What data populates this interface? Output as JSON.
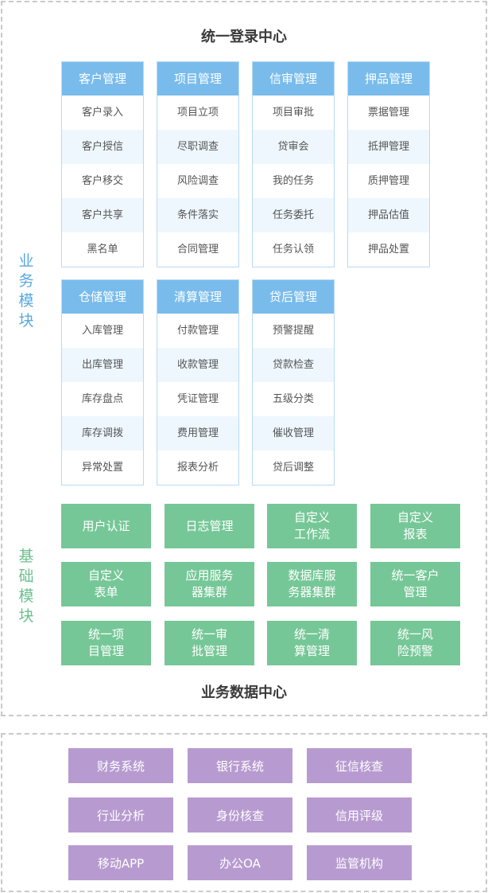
{
  "login_center": "统一登录中心",
  "data_center": "业务数据中心",
  "business_label": [
    "业",
    "务",
    "模",
    "块"
  ],
  "base_label": [
    "基",
    "础",
    "模",
    "块"
  ],
  "business_modules": [
    {
      "title": "客户管理",
      "items": [
        "客户录入",
        "客户授信",
        "客户移交",
        "客户共享",
        "黑名单"
      ]
    },
    {
      "title": "项目管理",
      "items": [
        "项目立项",
        "尽职调查",
        "风险调查",
        "条件落实",
        "合同管理"
      ]
    },
    {
      "title": "信审管理",
      "items": [
        "项目审批",
        "贷审会",
        "我的任务",
        "任务委托",
        "任务认领"
      ]
    },
    {
      "title": "押品管理",
      "items": [
        "票据管理",
        "抵押管理",
        "质押管理",
        "押品估值",
        "押品处置"
      ]
    },
    {
      "title": "仓储管理",
      "items": [
        "入库管理",
        "出库管理",
        "库存盘点",
        "库存调拨",
        "异常处置"
      ]
    },
    {
      "title": "清算管理",
      "items": [
        "付款管理",
        "收款管理",
        "凭证管理",
        "费用管理",
        "报表分析"
      ]
    },
    {
      "title": "贷后管理",
      "items": [
        "预警提醒",
        "贷款检查",
        "五级分类",
        "催收管理",
        "贷后调整"
      ]
    }
  ],
  "base_modules": [
    "用户认证",
    "日志管理",
    "自定义\n工作流",
    "自定义\n报表",
    "自定义\n表单",
    "应用服务\n器集群",
    "数据库服\n务器集群",
    "统一客户\n管理",
    "统一项\n目管理",
    "统一审\n批管理",
    "统一清\n算管理",
    "统一风\n险预警"
  ],
  "external_systems": [
    "财务系统",
    "银行系统",
    "征信核查",
    "行业分析",
    "身份核查",
    "信用评级",
    "移动APP",
    "办公OA",
    "监管机构"
  ]
}
